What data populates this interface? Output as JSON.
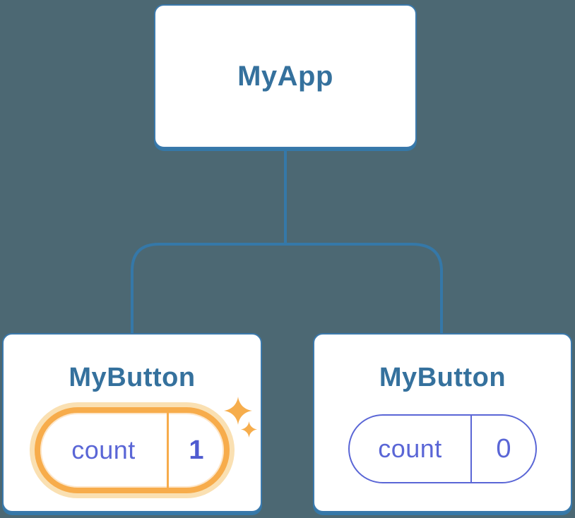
{
  "tree": {
    "root": {
      "title": "MyApp"
    },
    "children": [
      {
        "title": "MyButton",
        "state": {
          "label": "count",
          "value": "1"
        },
        "highlighted": true
      },
      {
        "title": "MyButton",
        "state": {
          "label": "count",
          "value": "0"
        },
        "highlighted": false
      }
    ]
  },
  "icons": {
    "sparkle_large": "four-point-sparkle",
    "sparkle_small": "four-point-sparkle"
  },
  "colors": {
    "background": "#4C6873",
    "card_background": "#FFFFFF",
    "card_border_blue": "#3B79AC",
    "connector_blue": "#3578A8",
    "title_blue": "#35719D",
    "state_indigo": "#5A66D6",
    "state_value_indigo": "#4F5BD0",
    "highlight_orange": "#F7AC4B",
    "highlight_glow": "#FAE0B2",
    "sparkle_orange": "#F6AD4C"
  }
}
